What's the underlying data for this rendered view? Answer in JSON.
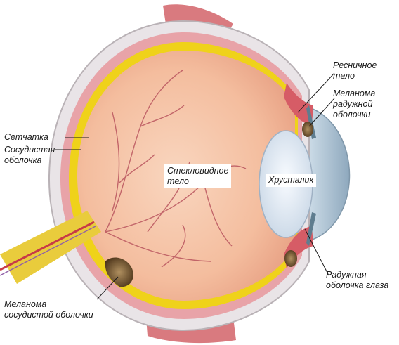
{
  "labels": {
    "retina": "Сетчатка",
    "choroid": [
      "Сосудистая",
      "оболочка"
    ],
    "vitreous": [
      "Стекловидное",
      "тело"
    ],
    "lens": "Хрусталик",
    "ciliary": [
      "Ресничное",
      "тело"
    ],
    "iris_melanoma": [
      "Меланома",
      "радужной",
      "оболочки"
    ],
    "iris": [
      "Радужная",
      "оболочка глаза"
    ],
    "choroid_melanoma": [
      "Меланома",
      "сосудистой оболочки"
    ]
  },
  "colors": {
    "sclera": "#e9e4e7",
    "choroid": "#e8a3a8",
    "retina": "#efd21a",
    "vitreous": "#f6c6a8",
    "lens": "#e8eef6",
    "cornea": "#b9ccd9",
    "nerve": "#e9cc3c",
    "melanoma": "#6f4f2c"
  }
}
